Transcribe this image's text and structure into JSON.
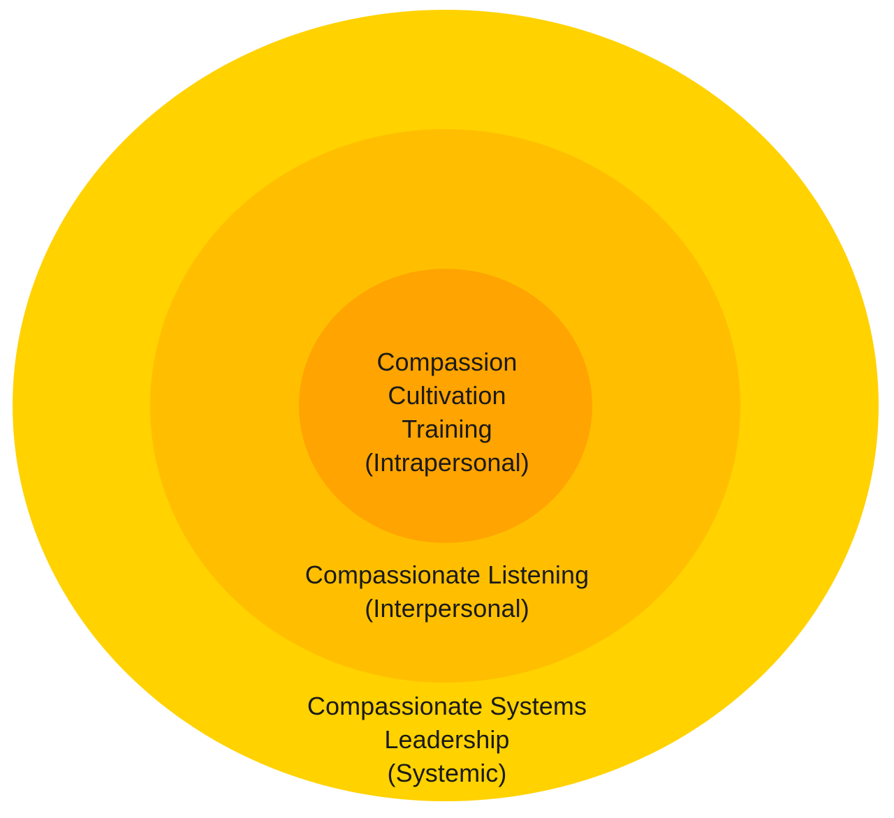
{
  "diagram": {
    "type": "nested-concentric-circles",
    "background_color": "#FFFFFF",
    "text_color": "#1A1A1A",
    "levels": [
      {
        "id": "outer",
        "order": 1,
        "scope": "Systemic",
        "title": "Compassionate Systems Leadership",
        "label": "Compassionate Systems\nLeadership\n(Systemic)",
        "color": "#FFD200"
      },
      {
        "id": "middle",
        "order": 2,
        "scope": "Interpersonal",
        "title": "Compassionate Listening",
        "label": "Compassionate Listening\n(Interpersonal)",
        "color": "#FFBF00"
      },
      {
        "id": "inner",
        "order": 3,
        "scope": "Intrapersonal",
        "title": "Compassion Cultivation Training",
        "label": "Compassion\nCultivation\nTraining\n(Intrapersonal)",
        "color": "#FFA400"
      }
    ]
  }
}
